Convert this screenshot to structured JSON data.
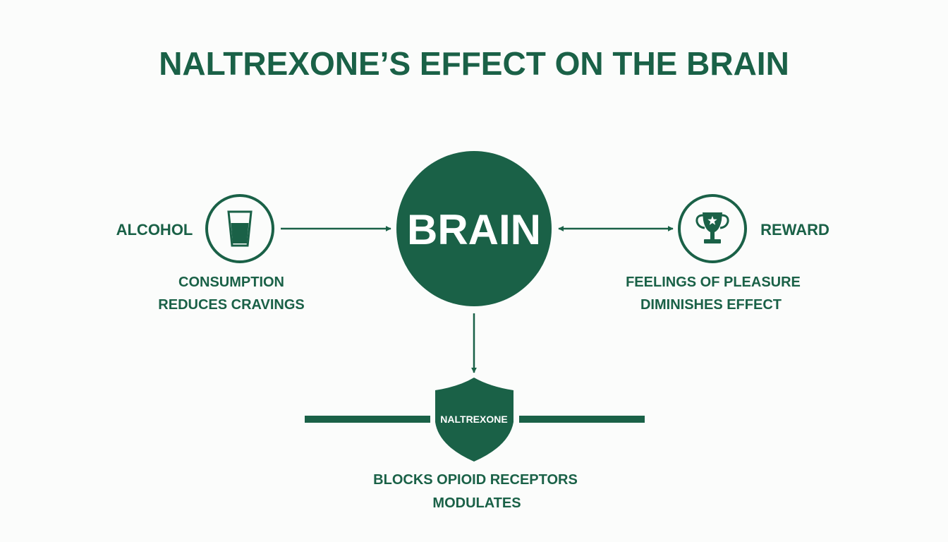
{
  "title": "NALTREXONE’S EFFECT ON THE BRAIN",
  "colors": {
    "primary": "#1a6147",
    "background": "#fbfcfb",
    "on_primary": "#ffffff"
  },
  "center": {
    "label": "BRAIN"
  },
  "left_node": {
    "label": "ALCOHOL",
    "icon": "glass-icon",
    "caption_line1": "CONSUMPTION",
    "caption_line2": "REDUCES CRAVINGS"
  },
  "right_node": {
    "label": "REWARD",
    "icon": "trophy-icon",
    "caption_line1": "FEELINGS OF PLEASURE",
    "caption_line2": "DIMINISHES EFFECT"
  },
  "bottom_node": {
    "label": "NALTREXONE",
    "icon": "shield-icon",
    "caption_line1": "BLOCKS OPIOID RECEPTORS",
    "caption_line2": "MODULATES"
  }
}
